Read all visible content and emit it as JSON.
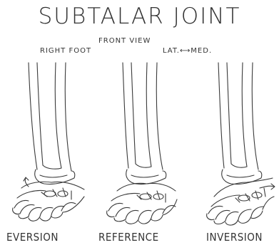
{
  "title": "SUBTALAR JOINT",
  "subtitle": "FRONT VIEW",
  "side_label": "RIGHT FOOT",
  "direction_label": "LAT.⟷MED.",
  "panels": [
    {
      "label": "EVERSION"
    },
    {
      "label": "REFERENCE"
    },
    {
      "label": "INVERSION"
    }
  ]
}
